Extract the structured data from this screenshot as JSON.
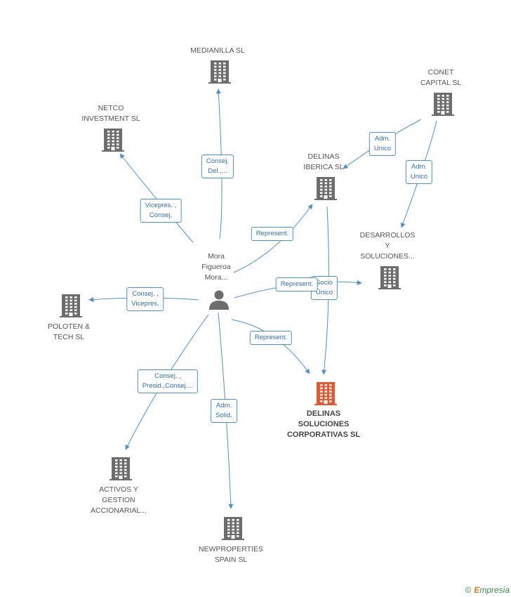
{
  "colors": {
    "edge": "#4a90d9",
    "building": "#6d6d6d",
    "building_main": "#e8572f",
    "person": "#6d6d6d"
  },
  "person": {
    "label_lines": [
      "Mora",
      "Figueroa",
      "Mora..."
    ],
    "icon": "person-icon"
  },
  "nodes": [
    {
      "id": "medianilla",
      "lines": [
        "MEDIANILLA SL"
      ],
      "main": false
    },
    {
      "id": "netco",
      "lines": [
        "NETCO",
        "INVESTMENT  SL"
      ],
      "main": false
    },
    {
      "id": "conet",
      "lines": [
        "CONET",
        "CAPITAL SL"
      ],
      "main": false
    },
    {
      "id": "delinas-iberica",
      "lines": [
        "DELINAS",
        "IBERICA SL"
      ],
      "main": false
    },
    {
      "id": "desarrollos",
      "lines": [
        "DESARROLLOS",
        "Y",
        "SOLUCIONES..."
      ],
      "main": false
    },
    {
      "id": "poloten",
      "lines": [
        "POLOTEN &",
        "TECH  SL"
      ],
      "main": false
    },
    {
      "id": "delinas-soluciones",
      "lines": [
        "DELINAS",
        "SOLUCIONES",
        "CORPORATIVAS SL"
      ],
      "main": true
    },
    {
      "id": "activos",
      "lines": [
        "ACTIVOS Y",
        "GESTION",
        "ACCIONARIAL..."
      ],
      "main": false
    },
    {
      "id": "newproperties",
      "lines": [
        "NEWPROPERTIES",
        "SPAIN SL"
      ],
      "main": false
    }
  ],
  "edges": [
    {
      "from": "person",
      "to": "medianilla",
      "lines": [
        "Consej.",
        "Del.,..."
      ]
    },
    {
      "from": "person",
      "to": "netco",
      "lines": [
        "Vicepres. ,",
        "Consej."
      ]
    },
    {
      "from": "conet",
      "to": "delinas-iberica",
      "lines": [
        "Adm.",
        "Unico"
      ]
    },
    {
      "from": "conet",
      "to": "desarrollos",
      "lines": [
        "Adm.",
        "Unico"
      ]
    },
    {
      "from": "person",
      "to": "delinas-iberica",
      "lines": [
        "Represent."
      ]
    },
    {
      "from": "delinas-iberica",
      "to": "delinas-soluciones",
      "lines": [
        "Socio",
        "Único"
      ]
    },
    {
      "from": "person",
      "to": "desarrollos",
      "lines": [
        "Represent."
      ]
    },
    {
      "from": "person",
      "to": "poloten",
      "lines": [
        "Consej. ,",
        "Vicepres."
      ]
    },
    {
      "from": "person",
      "to": "delinas-soluciones",
      "lines": [
        "Represent."
      ]
    },
    {
      "from": "person",
      "to": "activos",
      "lines": [
        "Consej. ,",
        "Presid.,Consej...."
      ]
    },
    {
      "from": "person",
      "to": "newproperties",
      "lines": [
        "Adm.",
        "Solid."
      ]
    }
  ],
  "footer": {
    "copyright": "©",
    "brand_first": "E",
    "brand_rest": "mpresia"
  }
}
